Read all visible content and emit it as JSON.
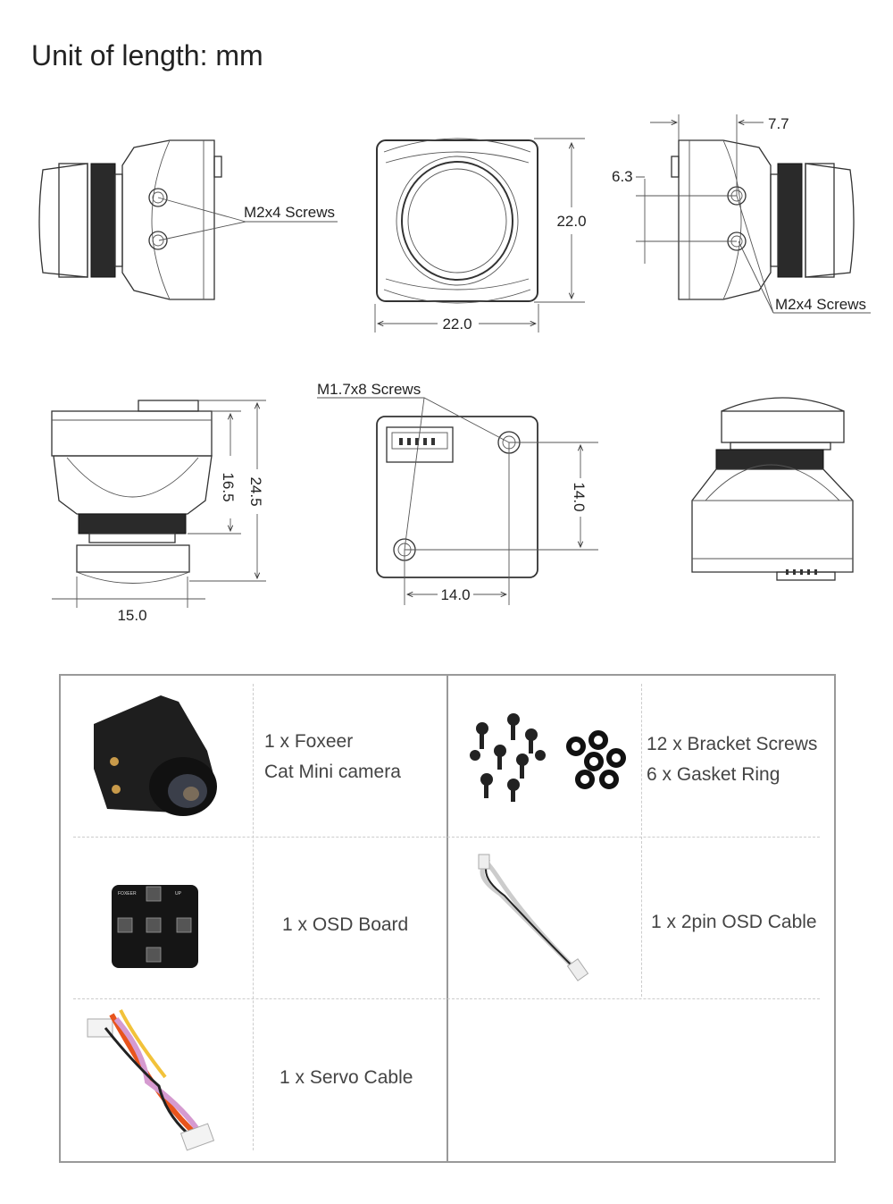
{
  "title": "Unit of length: mm",
  "drawings": {
    "side_left_label": "M2x4 Screws",
    "front_height": "22.0",
    "front_width": "22.0",
    "side_right_label": "M2x4 Screws",
    "side_right_hole_spacing": "6.3",
    "side_right_offset": "7.7",
    "back_label": "M1.7x8 Screws",
    "back_vertical": "14.0",
    "back_horizontal": "14.0",
    "top_body_length": "16.5",
    "top_total_length": "24.5",
    "top_width": "15.0"
  },
  "package": {
    "items": [
      {
        "lines": [
          "1 x Foxeer",
          "Cat Mini camera"
        ]
      },
      {
        "lines": [
          "12 x Bracket Screws",
          "6 x Gasket Ring"
        ]
      },
      {
        "lines": [
          "1 x OSD Board"
        ]
      },
      {
        "lines": [
          "1 x 2pin OSD Cable"
        ]
      },
      {
        "lines": [
          "1 x Servo Cable"
        ]
      }
    ],
    "osd_board_text": [
      "FOXEER",
      "UP"
    ]
  }
}
